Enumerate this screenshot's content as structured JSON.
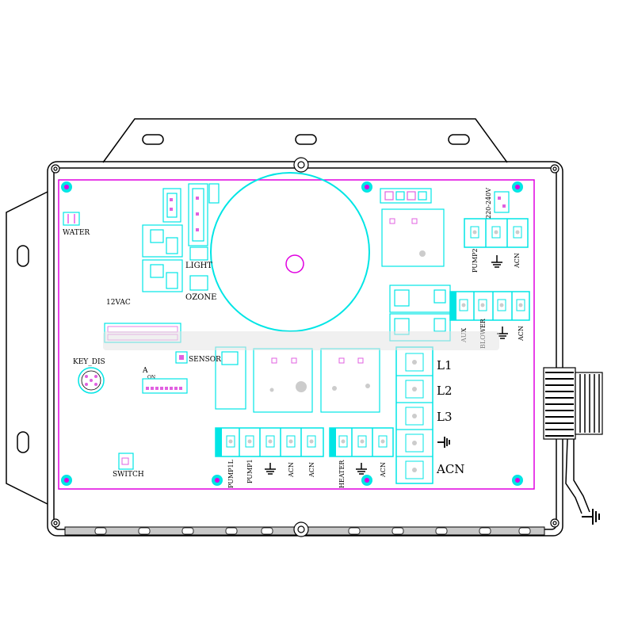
{
  "colors": {
    "outline": "#000000",
    "pcb_border": "#e000e0",
    "component": "#00e5e5",
    "pad": "#e060e0",
    "watermark": "#dcdcdc"
  },
  "labels": {
    "water": "WATER",
    "light": "LIGHT",
    "ozone": "OZONE",
    "vac12": "12VAC",
    "key_dis": "KEY_DIS",
    "sensor": "SENSOR",
    "switch": "SWITCH",
    "dip_a": "A",
    "dip_on": "ON"
  },
  "power_terminals": [
    "L1",
    "L2",
    "L3",
    "ACN"
  ],
  "top_terminal": {
    "voltage": "220-240V",
    "names": [
      "PUMP2",
      "ACN"
    ]
  },
  "mid_terminal": [
    "AUX",
    "BLOWER",
    "ACN"
  ],
  "bottom_terminal_left": [
    "PUMP1L",
    "PUMP1",
    "ACN",
    "ACN"
  ],
  "bottom_terminal_right": [
    "HEATER",
    "ACN"
  ],
  "icons": {
    "ground": "ground-icon",
    "cable_gland": "cable-gland-icon",
    "mount_hole": "mounting-hole-icon"
  }
}
